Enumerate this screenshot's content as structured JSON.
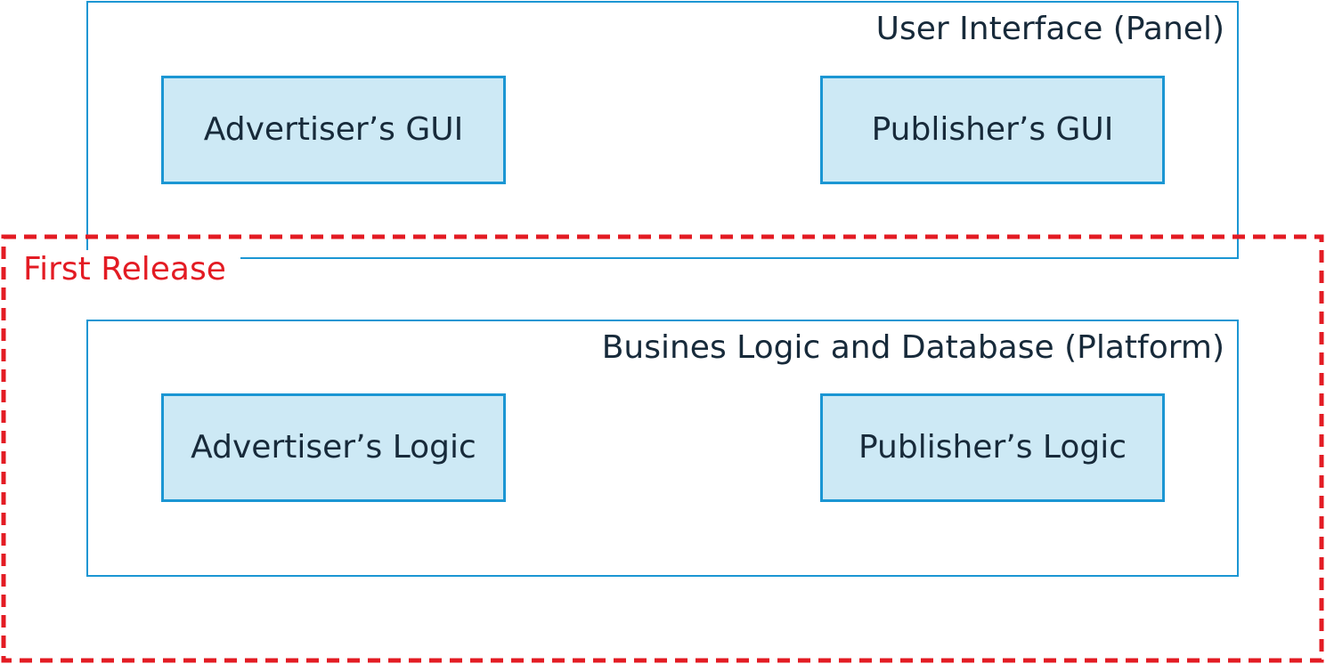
{
  "colors": {
    "panel_border": "#1b96d3",
    "box_fill": "#cde9f5",
    "text": "#172a3a",
    "release_border": "#e31b23"
  },
  "ui_panel": {
    "title": "User Interface (Panel)",
    "left_box": "Advertiser’s GUI",
    "right_box": "Publisher’s GUI"
  },
  "release": {
    "label": "First Release"
  },
  "platform_panel": {
    "title": "Busines Logic and Database (Platform)",
    "left_box": "Advertiser’s Logic",
    "right_box": "Publisher’s Logic"
  }
}
